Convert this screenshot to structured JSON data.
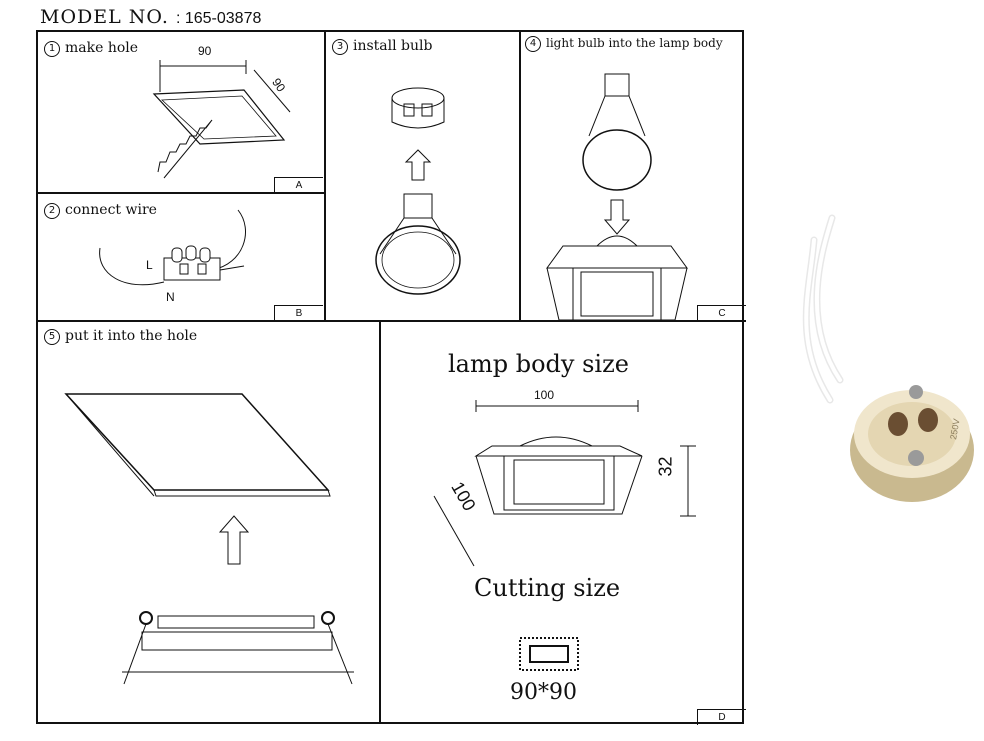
{
  "header": {
    "model_label": "MODEL NO.",
    "model_number": ": 165-03878"
  },
  "steps": [
    {
      "num": "1",
      "label": "make hole",
      "tag": "A",
      "dims": [
        "90",
        "90"
      ]
    },
    {
      "num": "2",
      "label": "connect wire",
      "tag": "B",
      "wire_labels": [
        "L",
        "N"
      ]
    },
    {
      "num": "3",
      "label": "install  bulb"
    },
    {
      "num": "4",
      "label": "light bulb into the lamp body",
      "tag": "C"
    },
    {
      "num": "5",
      "label": "put it into the hole"
    }
  ],
  "panel_d": {
    "tag": "D",
    "lamp_title": "lamp body size",
    "width_dim": "100",
    "depth_dim": "100",
    "height_dim": "32",
    "cutting_title": "Cutting size",
    "cutting_value": "90*90"
  },
  "photo": {
    "subject": "gu10-lamp-socket",
    "socket_text": "250V"
  }
}
